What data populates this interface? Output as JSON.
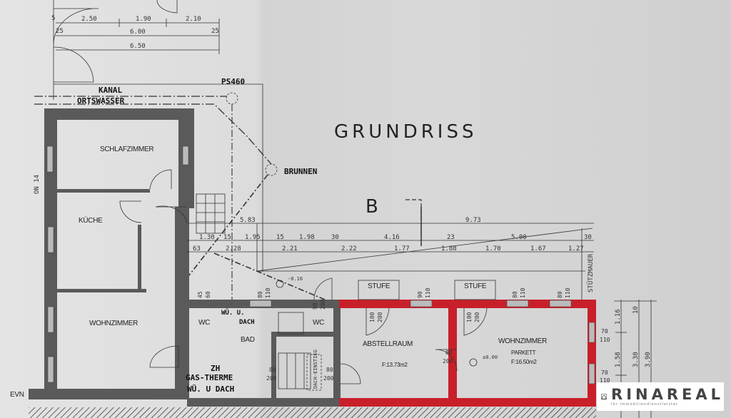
{
  "title": "GRUNDRISS",
  "section_mark": "B",
  "top_dimensions": {
    "row1": [
      "2.50",
      "1.90",
      "2.10"
    ],
    "row2": "6.00",
    "row3": "6.50",
    "small": [
      "5",
      "25",
      "25"
    ]
  },
  "annotations": {
    "kanal": "KANAL",
    "ortswasser": "ORTSWASSER",
    "ps": "PS460",
    "brunnen": "BRUNNEN",
    "on14": "ON 14",
    "evn": "EVN",
    "stuetzmauer": "STÜTZMAUER",
    "level_low": "-0.16",
    "level_zero": "±0.00"
  },
  "dimension_row_a": [
    "5.83",
    "9.73"
  ],
  "dimension_row_b": [
    "1.30",
    "15",
    "1.95",
    "15",
    "1.98",
    "30",
    "4.16",
    "23",
    "5.00",
    "30"
  ],
  "dimension_row_c": [
    "63",
    "2.28",
    "2.21",
    "2.22",
    "1.77",
    "1.88",
    "1.70",
    "1.67",
    "1.27"
  ],
  "rooms": {
    "schlafzimmer": "SCHLAFZIMMER",
    "kueche": "KÜCHE",
    "wohnzimmer_alt": "WOHNZIMMER",
    "bad": "BAD",
    "wc1": "WC",
    "wc2": "WC",
    "abstellraum": "ABSTELLRAUM",
    "abstellraum_area": "F:13.73m2",
    "wohnzimmer_neu": "WOHNZIMMER",
    "parkett": "PARKETT",
    "wohnzimmer_area": "F:16.50m2"
  },
  "handwritten": {
    "wu_dach_1a": "WÜ. U.",
    "wu_dach_1b": "DACH",
    "zh": "ZH",
    "gastherme": "GAS-THERME",
    "wu_dach_2": "WÜ. U DACH"
  },
  "openings": {
    "w1": [
      "45",
      "60"
    ],
    "w2": [
      "80",
      "110"
    ],
    "d1": [
      "90",
      "200"
    ],
    "w3": [
      "90",
      "110"
    ],
    "w4": [
      "80",
      "110"
    ],
    "w5": [
      "80",
      "110"
    ],
    "d2": [
      "100",
      "200"
    ],
    "d3": [
      "100",
      "200"
    ],
    "d4": [
      "80",
      "200"
    ],
    "d5": [
      "80",
      "200"
    ],
    "d6": [
      "80",
      "200"
    ],
    "w6": [
      "70",
      "110"
    ],
    "w7": [
      "70",
      "110"
    ]
  },
  "stufe": [
    "STUFE",
    "STUFE"
  ],
  "dachstieg": "DACH-EINSTIEG",
  "right_dimensions": [
    "1.16",
    "1.58",
    "3.30",
    "3.90",
    "10"
  ],
  "logo": {
    "name": "RINAREAL",
    "tagline": "Ihr Immobiliendienstleister"
  },
  "colors": {
    "new_walls": "#c8202a",
    "existing_walls": "#5a5a5a"
  }
}
